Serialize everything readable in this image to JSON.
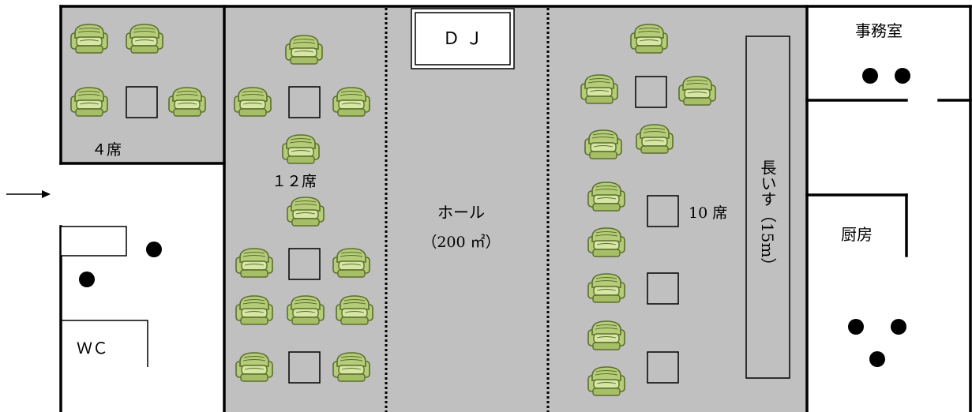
{
  "labels": {
    "dj": "Ｄ Ｊ",
    "office": "事務室",
    "seats_left": "４席",
    "seats_middle": "１２席",
    "hall_name": "ホール",
    "hall_area": "（200 ㎡）",
    "seats_right": "10 席",
    "bench": "長いす（15m）",
    "kitchen": "厨房",
    "wc": "ＷＣ"
  },
  "colors": {
    "floor_gray": "#c0c0c0",
    "wall": "#000000",
    "sofa_fill": "#b5cc78",
    "sofa_dark": "#5b6e2e",
    "sofa_light": "#d6e6a4"
  },
  "icons": {
    "entrance": "arrow-right-icon",
    "seat": "sofa-icon",
    "table": "square-table-icon",
    "fixture": "dot-icon"
  }
}
